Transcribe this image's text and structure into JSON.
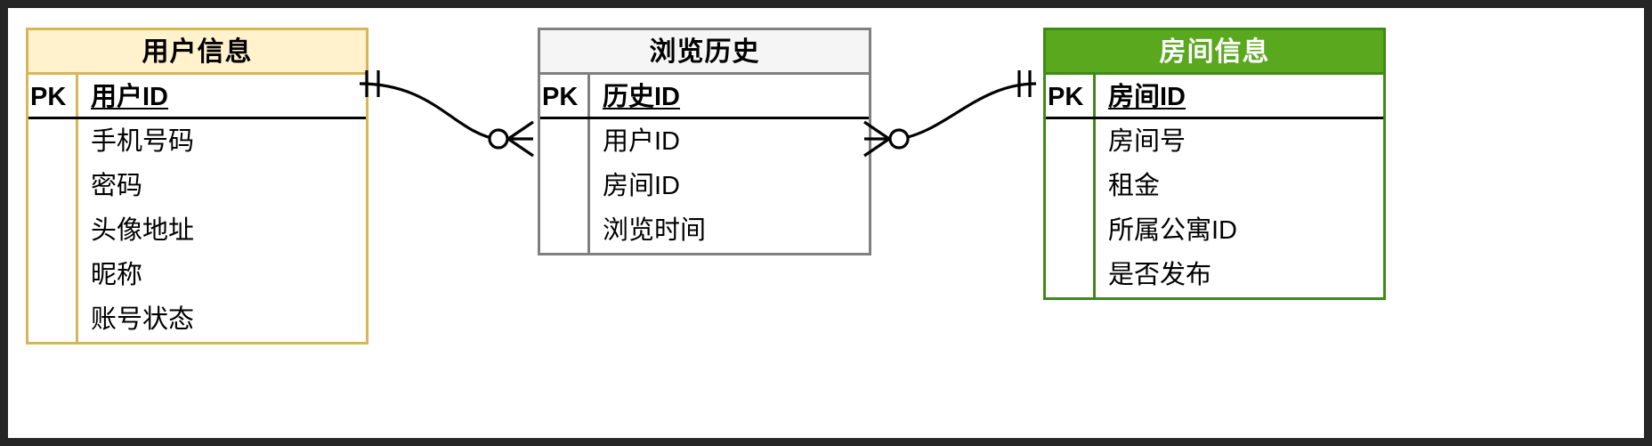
{
  "diagram": {
    "title": "ER Diagram",
    "background": "#ffffff",
    "frame_color": "#262626"
  },
  "tables": [
    {
      "id": "user",
      "title": "用户信息",
      "theme": {
        "header_bg": "#fff2cc",
        "border": "#d6b656",
        "header_text": "#000000"
      },
      "key_label": "PK",
      "rows": [
        {
          "key": "PK",
          "name": "用户ID",
          "primary": true
        },
        {
          "key": "",
          "name": "手机号码",
          "primary": false
        },
        {
          "key": "",
          "name": "密码",
          "primary": false
        },
        {
          "key": "",
          "name": "头像地址",
          "primary": false
        },
        {
          "key": "",
          "name": "昵称",
          "primary": false
        },
        {
          "key": "",
          "name": "账号状态",
          "primary": false
        }
      ]
    },
    {
      "id": "history",
      "title": "浏览历史",
      "theme": {
        "header_bg": "#f5f5f5",
        "border": "#808080",
        "header_text": "#000000"
      },
      "key_label": "PK",
      "rows": [
        {
          "key": "PK",
          "name": "历史ID",
          "primary": true
        },
        {
          "key": "",
          "name": "用户ID",
          "primary": false
        },
        {
          "key": "",
          "name": "房间ID",
          "primary": false
        },
        {
          "key": "",
          "name": "浏览时间",
          "primary": false
        }
      ]
    },
    {
      "id": "room",
      "title": "房间信息",
      "theme": {
        "header_bg": "#5aa81e",
        "border": "#3d8b14",
        "header_text": "#ffffff"
      },
      "key_label": "PK",
      "rows": [
        {
          "key": "PK",
          "name": "房间ID",
          "primary": true
        },
        {
          "key": "",
          "name": "房间号",
          "primary": false
        },
        {
          "key": "",
          "name": "租金",
          "primary": false
        },
        {
          "key": "",
          "name": "所属公寓ID",
          "primary": false
        },
        {
          "key": "",
          "name": "是否发布",
          "primary": false
        }
      ]
    }
  ],
  "relationships": [
    {
      "id": "user-history",
      "from": "user",
      "to": "history",
      "from_cardinality": "one-and-only-one",
      "to_cardinality": "zero-or-many",
      "line_color": "#000000"
    },
    {
      "id": "room-history",
      "from": "room",
      "to": "history",
      "from_cardinality": "one-and-only-one",
      "to_cardinality": "zero-or-many",
      "line_color": "#000000"
    }
  ]
}
